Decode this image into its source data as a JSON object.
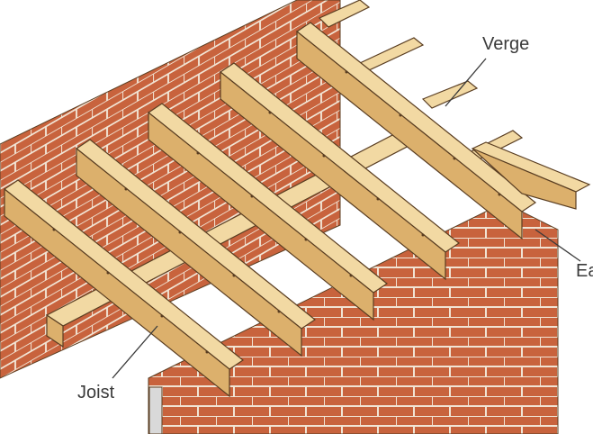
{
  "labels": {
    "verge": "Verge",
    "eaves": "Ea",
    "joist": "Joist"
  },
  "colors": {
    "brick": "#c8633d",
    "mortar": "#f1e4d4",
    "timber_top": "#f2d9a3",
    "timber_side": "#dcb06c",
    "timber_dark": "#b98c4a",
    "outline": "#5a3e22"
  }
}
